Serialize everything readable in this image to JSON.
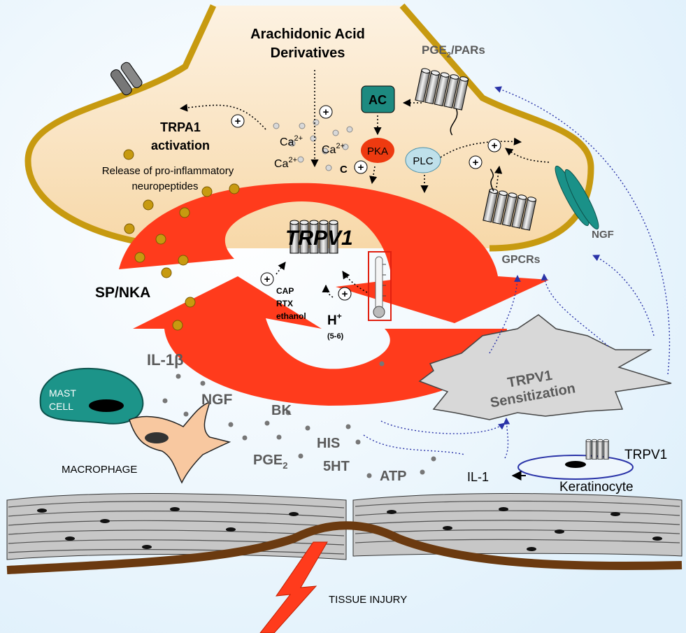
{
  "labels": {
    "arachidonic_line1": "Arachidonic Acid",
    "arachidonic_line2": "Derivatives",
    "pge2_pars_main": "PGE",
    "pge2_pars_sub": "2",
    "pge2_pars_tail": "/PARs",
    "ac": "AC",
    "pka": "PKA",
    "plc": "PLC",
    "trpa1_line1": "TRPA1",
    "trpa1_line2": "activation",
    "release_line1": "Release of pro-inflammatory",
    "release_line2": "neuropeptides",
    "ca1": "Ca",
    "ca2": "Ca",
    "ca3": "Ca",
    "ca_sup": "2+",
    "c_terminal": "C",
    "trpv1_channel": "TRPV1",
    "ngf_receptor": "NGF",
    "gpcrs": "GPCRs",
    "sp_nka": "SP/NKA",
    "cap": "CAP",
    "rtx": "RTX",
    "ethanol": "ethanol",
    "h_plus": "H",
    "h_sup": "+",
    "ph": "(5-6)",
    "il1b": "IL-1β",
    "mast_line1": "MAST",
    "mast_line2": "CELL",
    "ngf_mediator": "NGF",
    "bk": "BK",
    "sensitization_line1": "TRPV1",
    "sensitization_line2": "Sensitization",
    "macrophage": "MACROPHAGE",
    "pge2_main": "PGE",
    "pge2_sub": "2",
    "his": "HIS",
    "five_ht": "5HT",
    "atp": "ATP",
    "il1": "IL-1",
    "trpv1_keratinocyte": "TRPV1",
    "keratinocyte": "Keratinocyte",
    "tissue_injury": "TISSUE INJURY",
    "plus": "+"
  },
  "colors": {
    "membrane": "#c79a10",
    "cytoplasm": "#fbe6c4",
    "cycle_arrow": "#ff3b1c",
    "ac_box": "#1d8a80",
    "pka": "#ee3a10",
    "plc": "#bfe0ea",
    "mast_cell": "#1c9489",
    "macrophage": "#f8c8a0",
    "tissue_line": "#6b3a10",
    "arrow_blue": "#2a33a8"
  }
}
